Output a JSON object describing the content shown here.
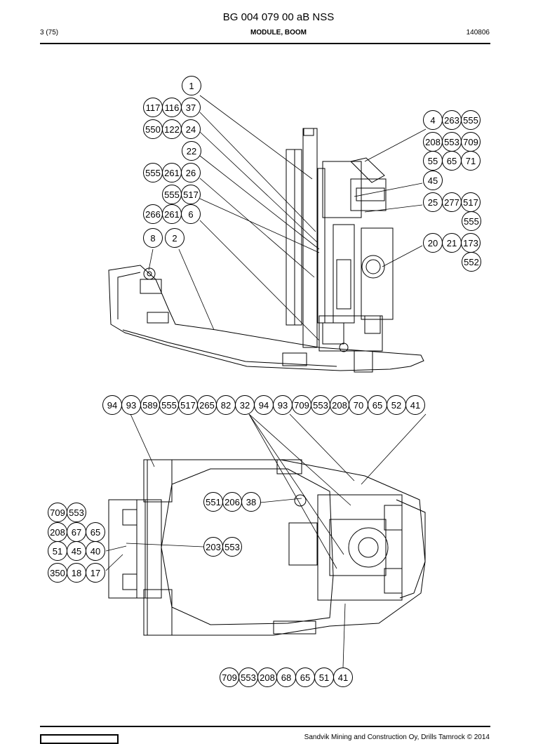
{
  "header": {
    "doc_code": "BG 004 079 00 aB NSS",
    "page": "3 (75)",
    "title": "MODULE, BOOM",
    "date": "140806"
  },
  "footer": {
    "copyright": "Sandvik Mining and Construction Oy, Drills Tamrock © 2014"
  },
  "side_view_callouts": [
    [
      "1"
    ],
    [
      "117",
      "116",
      "37"
    ],
    [
      "550",
      "122",
      "24"
    ],
    [
      "22"
    ],
    [
      "555",
      "261",
      "26"
    ],
    [
      "555",
      "517"
    ],
    [
      "266",
      "261",
      "6"
    ],
    [
      "8"
    ],
    [
      "2"
    ],
    [
      "4",
      "263",
      "555"
    ],
    [
      "208",
      "553",
      "709"
    ],
    [
      "55",
      "65",
      "71"
    ],
    [
      "45"
    ],
    [
      "25",
      "277",
      "517"
    ],
    [
      "555"
    ],
    [
      "20",
      "21",
      "173"
    ],
    [
      "552"
    ]
  ],
  "top_view_callouts": [
    [
      "94",
      "93",
      "589",
      "555",
      "517",
      "265",
      "82",
      "32",
      "94",
      "93",
      "709",
      "553",
      "208",
      "70",
      "65",
      "52",
      "41"
    ],
    [
      "551",
      "206",
      "38"
    ],
    [
      "709",
      "553"
    ],
    [
      "208",
      "67",
      "65"
    ],
    [
      "51",
      "45",
      "40"
    ],
    [
      "350",
      "18",
      "17"
    ],
    [
      "203",
      "553"
    ],
    [
      "709",
      "553",
      "208",
      "68",
      "65",
      "51",
      "41"
    ]
  ]
}
